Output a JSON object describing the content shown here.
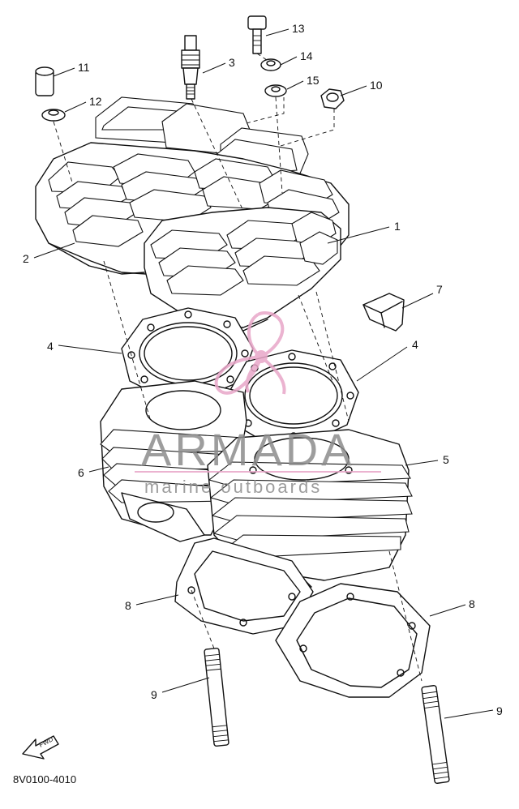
{
  "diagram": {
    "part_code": "8V0100-4010",
    "fwd_label": "FWD",
    "callouts": [
      {
        "id": "c1",
        "label": "1"
      },
      {
        "id": "c2",
        "label": "2"
      },
      {
        "id": "c3",
        "label": "3"
      },
      {
        "id": "c4a",
        "label": "4"
      },
      {
        "id": "c4b",
        "label": "4"
      },
      {
        "id": "c5",
        "label": "5"
      },
      {
        "id": "c6",
        "label": "6"
      },
      {
        "id": "c7",
        "label": "7"
      },
      {
        "id": "c8a",
        "label": "8"
      },
      {
        "id": "c8b",
        "label": "8"
      },
      {
        "id": "c9a",
        "label": "9"
      },
      {
        "id": "c9b",
        "label": "9"
      },
      {
        "id": "c10",
        "label": "10"
      },
      {
        "id": "c11",
        "label": "11"
      },
      {
        "id": "c12",
        "label": "12"
      },
      {
        "id": "c13",
        "label": "13"
      },
      {
        "id": "c14",
        "label": "14"
      },
      {
        "id": "c15",
        "label": "15"
      }
    ]
  },
  "watermark": {
    "brand": "ARMADA",
    "tagline": "marine outboards",
    "logo_color": "#e8a6c8",
    "text_color": "#8c8c8c"
  }
}
